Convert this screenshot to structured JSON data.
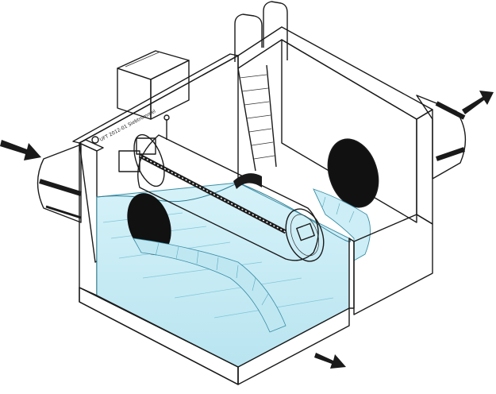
{
  "plate": {
    "text": "UFT 2012-01 Siebtrommel"
  },
  "colors": {
    "water": "#cdeef6",
    "water_dark": "#a9dcea",
    "water_line": "#5fb8cf",
    "concrete": "#ffffff",
    "pipe": "#ffffff",
    "stripe": "#1a1a1a",
    "arrow": "#1a1a1a"
  },
  "icons": {
    "inlet_arrow": "arrow-right-down",
    "outlet_arrow_right": "arrow-up-right",
    "outlet_arrow_bottom": "arrow-down-right"
  }
}
